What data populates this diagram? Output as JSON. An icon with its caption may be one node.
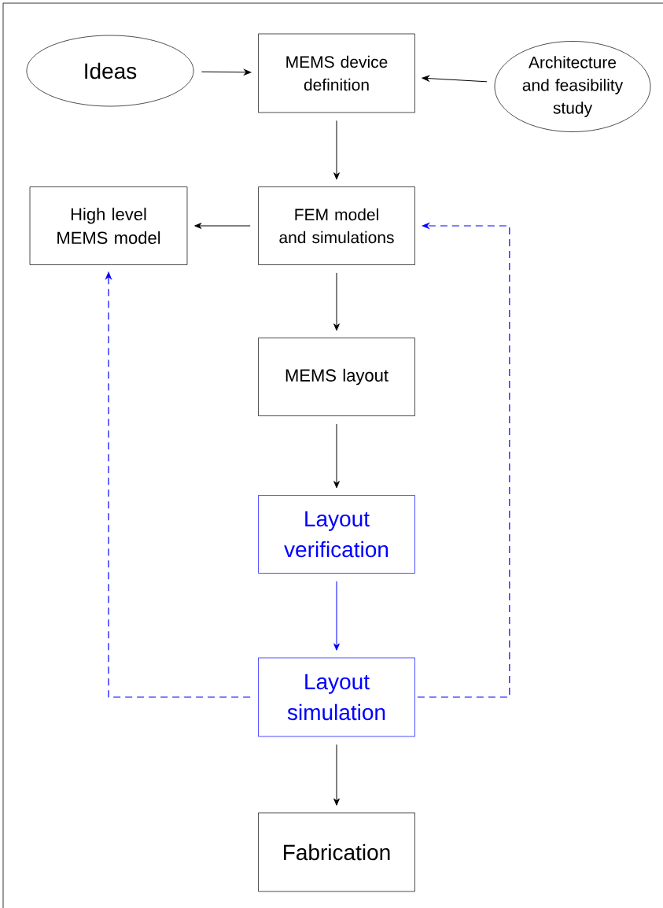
{
  "diagram": {
    "nodes": [
      {
        "text": [
          "Ideas"
        ]
      },
      {
        "text": [
          "MEMS device definition"
        ]
      },
      {
        "text": [
          "Architecture and feasibility study"
        ]
      },
      {
        "text": [
          "High level MEMS model"
        ]
      },
      {
        "text": [
          "FEM model and simulations"
        ]
      },
      {
        "text": [
          "MEMS layout"
        ]
      },
      {
        "text": [
          "Layout verification"
        ]
      },
      {
        "text": [
          "Layout simulation"
        ]
      },
      {
        "text": [
          "Fabrication"
        ]
      }
    ],
    "edges": [
      {
        "from": 0,
        "to": 1,
        "arrow": "to"
      },
      {
        "from": 2,
        "to": 1,
        "arrow": "to"
      },
      {
        "from": 1,
        "to": 4,
        "arrow": "to"
      },
      {
        "from": 4,
        "to": 3,
        "arrow": "to"
      },
      {
        "from": 4,
        "to": 5,
        "arrow": "to"
      },
      {
        "from": 5,
        "to": 6,
        "arrow": "to"
      },
      {
        "from": 6,
        "to": 7,
        "arrow": "to",
        "color": "#0000ff"
      },
      {
        "from": 7,
        "to": 3,
        "arrow": "to",
        "style": "dashed",
        "color": "#0000ff"
      },
      {
        "from": 7,
        "to": 4,
        "arrow": "to",
        "style": "dashed",
        "color": "#0000ff"
      },
      {
        "from": 7,
        "to": 8,
        "arrow": "to"
      }
    ]
  }
}
